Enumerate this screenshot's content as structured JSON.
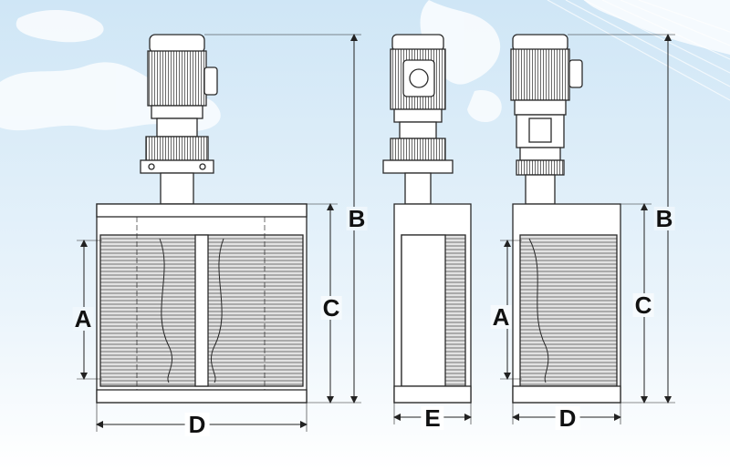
{
  "dimension_labels": {
    "left_view": {
      "A": "A",
      "B": "B",
      "C": "C",
      "D": "D"
    },
    "side_view": {
      "E": "E"
    },
    "right_view": {
      "A": "A",
      "B": "B",
      "C": "C",
      "D": "D"
    }
  },
  "colors": {
    "sky_top": "#cfe6f6",
    "sky_bottom": "#ffffff",
    "land": "#f4f9fd",
    "line": "#2a2a2a",
    "screen_fill": "#d9d9d9",
    "frame_fill": "#ffffff",
    "motor_fill": "#ffffff"
  }
}
